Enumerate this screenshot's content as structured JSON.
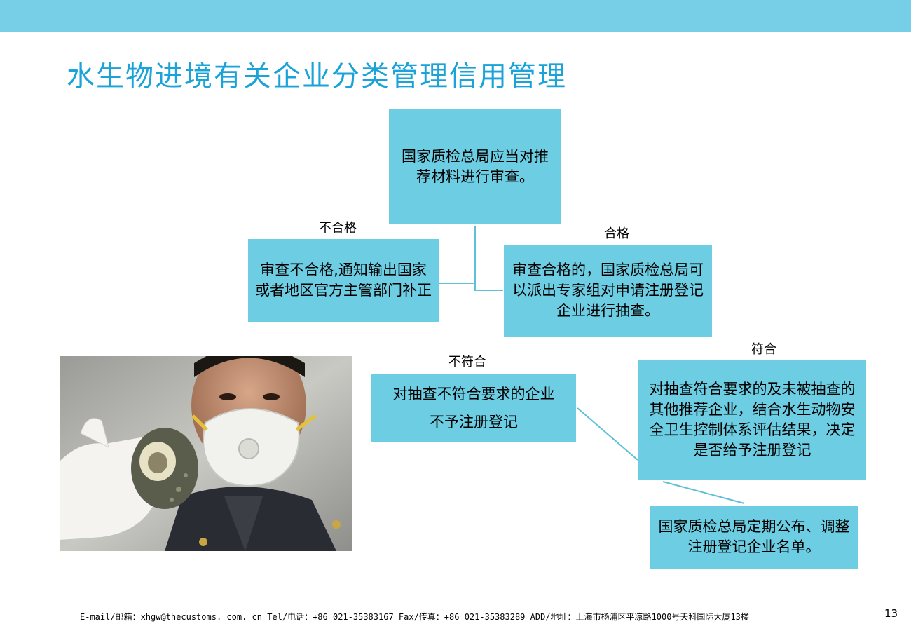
{
  "slide": {
    "title": "水生物进境有关企业分类管理信用管理",
    "page_number": "13",
    "footer": "E-mail/邮箱：xhgw@thecustoms. com. cn  Tel/电话：+86 021-35383167   Fax/传真：+86 021-35383289 ADD/地址：上海市杨浦区平凉路1000号天科国际大厦13楼"
  },
  "flow": {
    "review": "国家质检总局应当对推荐材料进行审查。",
    "fail_label": "不合格",
    "fail_box": "审查不合格,通知输出国家或者地区官方主管部门补正",
    "pass_label": "合格",
    "pass_box": "审查合格的，国家质检总局可以派出专家组对申请注册登记企业进行抽查。",
    "nonconform_label": "不符合",
    "nonconform_box_line1": "对抽查不符合要求的企业",
    "nonconform_box_line2": "不予注册登记",
    "conform_label": "符合",
    "conform_box": "对抽查符合要求的及未被抽查的其他推荐企业，结合水生动物安全卫生控制体系评估结果，决定是否给予注册登记",
    "publish_box": "国家质检总局定期公布、调整注册登记企业名单。"
  },
  "colors": {
    "top_bar": "#76cfe6",
    "title": "#1aa3d8",
    "box_fill": "#6ccde3",
    "connector": "#5fbfd6"
  },
  "photo": {
    "icons": [
      "person-with-mask-icon",
      "shell-icon"
    ]
  }
}
